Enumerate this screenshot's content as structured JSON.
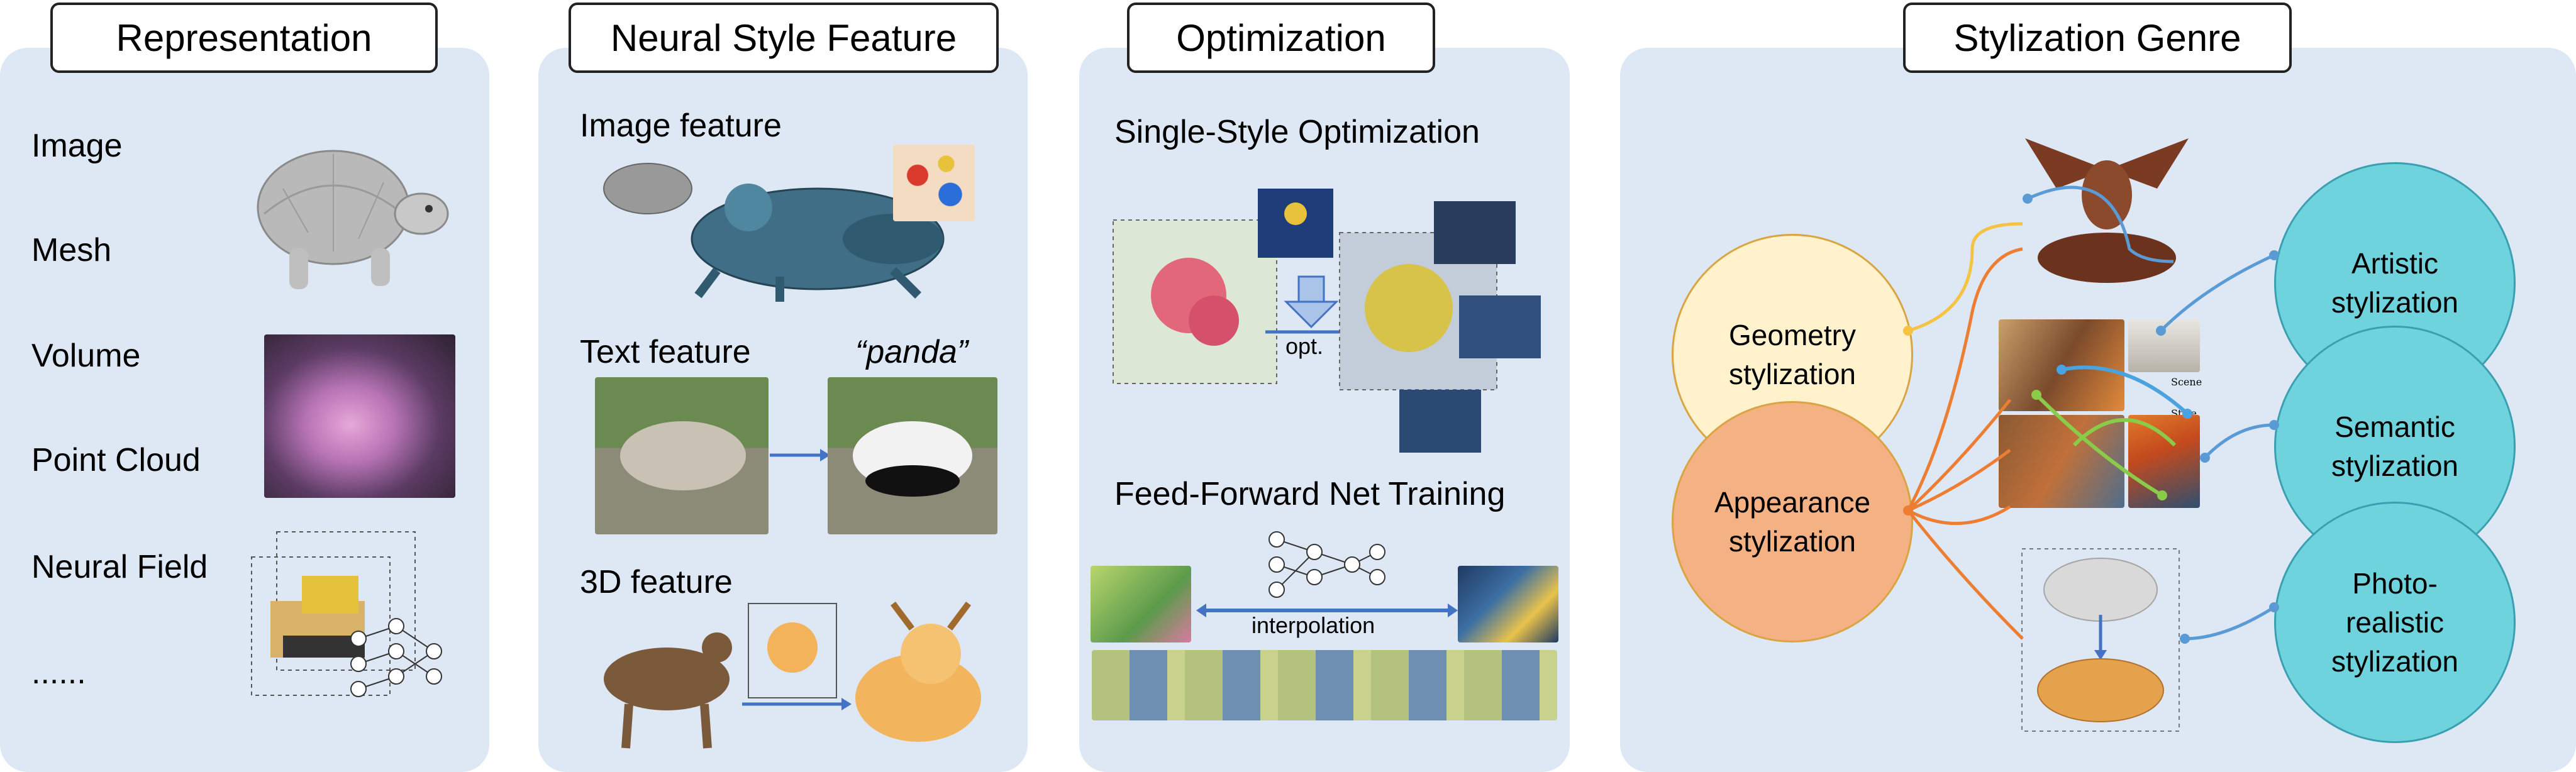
{
  "panels": {
    "representation": {
      "title": "Representation",
      "items": [
        "Image",
        "Mesh",
        "Volume",
        "Point Cloud",
        "Neural Field",
        "......"
      ]
    },
    "neural_style_feature": {
      "title": "Neural Style Feature",
      "image_feature": "Image feature",
      "text_feature": "Text feature",
      "text_prompt": "“panda”",
      "feature_3d": "3D feature"
    },
    "optimization": {
      "title": "Optimization",
      "single_style": "Single-Style Optimization",
      "opt_label": "opt.",
      "feed_forward": "Feed-Forward Net Training",
      "interpolation": "interpolation"
    },
    "stylization_genre": {
      "title": "Stylization Genre",
      "geometry": "Geometry\nstylization",
      "appearance": "Appearance\nstylization",
      "artistic": "Artistic\nstylization",
      "semantic": "Semantic\nstylization",
      "photorealistic": "Photo-\nrealistic\nstylization",
      "scene_label": "Scene",
      "style_label": "Style"
    }
  },
  "colors": {
    "panel_bg": "#dde8f4",
    "geometry_fill": "#fff2cc",
    "appearance_fill": "#f4b183",
    "genre_fill": "#6fd3dd",
    "arrow_blue": "#4472c4",
    "line_orange": "#ed7d31",
    "line_yellow": "#f5c242",
    "line_blue": "#5b9bd5"
  }
}
